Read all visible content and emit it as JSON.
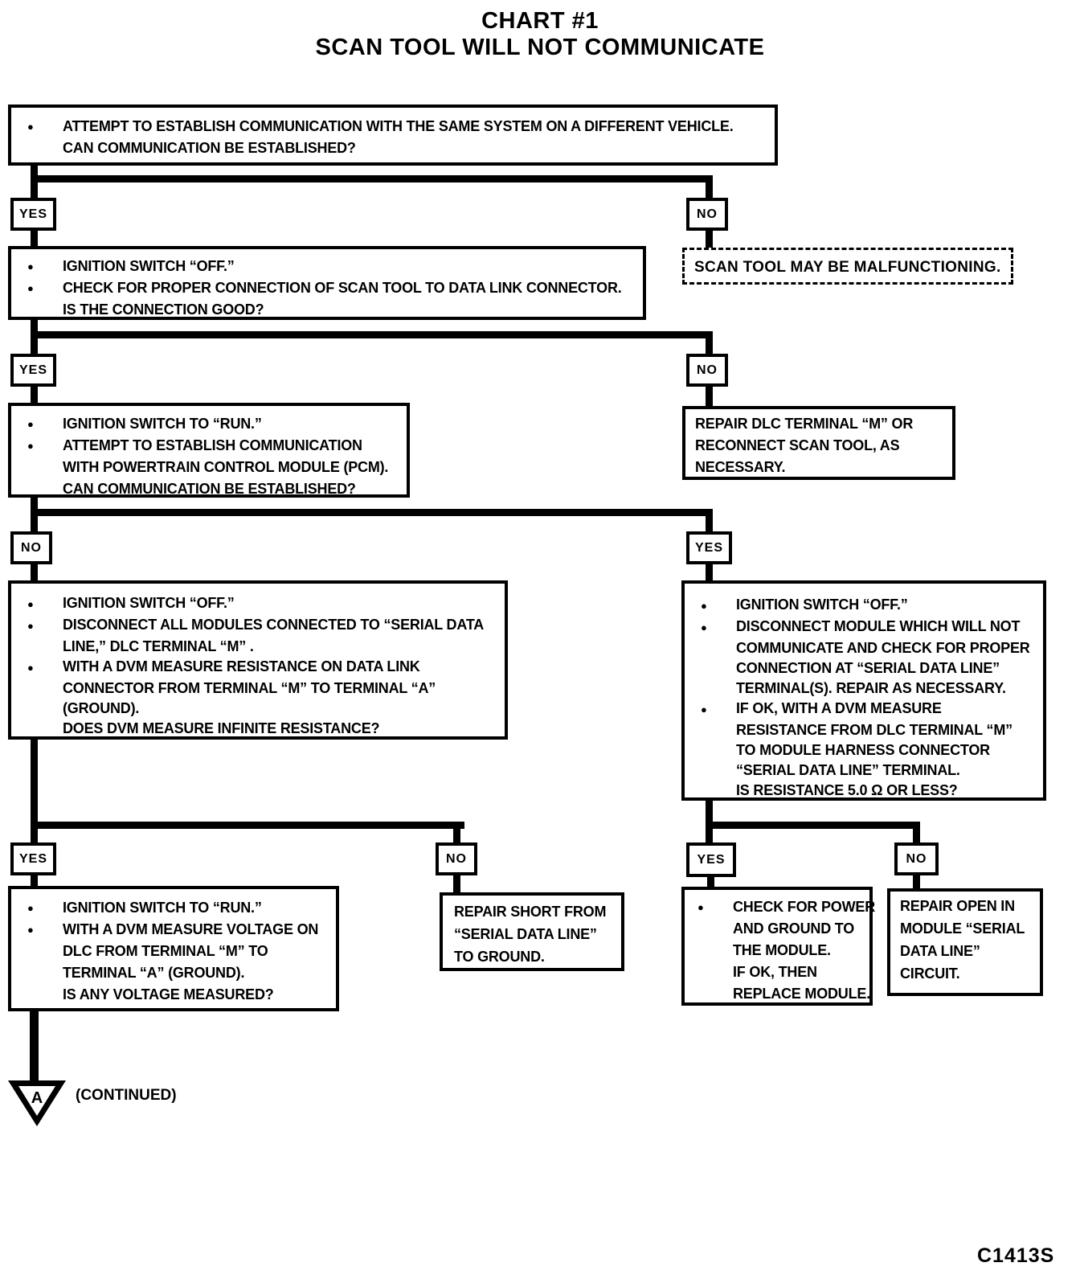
{
  "title": {
    "line1": "CHART #1",
    "line2": "SCAN TOOL WILL NOT COMMUNICATE"
  },
  "glyphs": {
    "bullet": "●",
    "connector_letter": "A"
  },
  "branches": {
    "d1": {
      "left": "YES",
      "right": "NO"
    },
    "d2": {
      "left": "YES",
      "right": "NO"
    },
    "d3": {
      "left": "NO",
      "right": "YES"
    },
    "d4l": {
      "left": "YES",
      "right": "NO"
    },
    "d4r": {
      "left": "YES",
      "right": "NO"
    }
  },
  "boxes": {
    "b1": {
      "lines": [
        {
          "bullet": true,
          "text": "ATTEMPT TO ESTABLISH COMMUNICATION WITH THE SAME SYSTEM ON A DIFFERENT VEHICLE."
        },
        {
          "bullet": false,
          "text": "CAN COMMUNICATION BE ESTABLISHED?"
        }
      ]
    },
    "malfunction": {
      "text": "SCAN TOOL MAY BE MALFUNCTIONING."
    },
    "b2": {
      "lines": [
        {
          "bullet": true,
          "text": "IGNITION SWITCH “OFF.”"
        },
        {
          "bullet": true,
          "text": "CHECK FOR PROPER CONNECTION OF SCAN TOOL TO DATA LINK CONNECTOR."
        },
        {
          "bullet": false,
          "text": "IS THE CONNECTION GOOD?"
        }
      ]
    },
    "repair_dlc": {
      "lines": [
        {
          "bullet": false,
          "text": "REPAIR DLC TERMINAL “M”  OR"
        },
        {
          "bullet": false,
          "text": "RECONNECT SCAN TOOL, AS"
        },
        {
          "bullet": false,
          "text": "NECESSARY."
        }
      ]
    },
    "b3": {
      "lines": [
        {
          "bullet": true,
          "text": "IGNITION SWITCH  TO “RUN.”"
        },
        {
          "bullet": true,
          "text": "ATTEMPT TO ESTABLISH COMMUNICATION"
        },
        {
          "bullet": false,
          "text": "WITH POWERTRAIN CONTROL MODULE (PCM)."
        },
        {
          "bullet": false,
          "text": "CAN COMMUNICATION BE ESTABLISHED?"
        }
      ]
    },
    "b4": {
      "lines": [
        {
          "bullet": true,
          "text": "IGNITION SWITCH “OFF.”"
        },
        {
          "bullet": true,
          "text": "DISCONNECT ALL MODULES CONNECTED TO “SERIAL DATA"
        },
        {
          "bullet": false,
          "text": "LINE,” DLC TERMINAL “M” ."
        },
        {
          "bullet": true,
          "text": "WITH A DVM MEASURE RESISTANCE ON DATA LINK"
        },
        {
          "bullet": false,
          "text": "CONNECTOR FROM TERMINAL “M”  TO TERMINAL “A”"
        },
        {
          "bullet": false,
          "text": "(GROUND)."
        },
        {
          "bullet": false,
          "text": "DOES DVM MEASURE INFINITE RESISTANCE?"
        }
      ]
    },
    "b5": {
      "lines": [
        {
          "bullet": true,
          "text": "IGNITION SWITCH “OFF.”"
        },
        {
          "bullet": true,
          "text": "DISCONNECT MODULE WHICH WILL NOT"
        },
        {
          "bullet": false,
          "text": "COMMUNICATE AND CHECK FOR PROPER"
        },
        {
          "bullet": false,
          "text": "CONNECTION AT “SERIAL DATA LINE”"
        },
        {
          "bullet": false,
          "text": "TERMINAL(S).  REPAIR AS NECESSARY."
        },
        {
          "bullet": true,
          "text": "IF OK, WITH A DVM MEASURE"
        },
        {
          "bullet": false,
          "text": "RESISTANCE FROM DLC TERMINAL “M”"
        },
        {
          "bullet": false,
          "text": "TO MODULE HARNESS CONNECTOR"
        },
        {
          "bullet": false,
          "text": "“SERIAL DATA LINE” TERMINAL."
        },
        {
          "bullet": false,
          "text": "IS RESISTANCE 5.0 Ω OR LESS?"
        }
      ]
    },
    "b6": {
      "lines": [
        {
          "bullet": true,
          "text": "IGNITION SWITCH TO “RUN.”"
        },
        {
          "bullet": true,
          "text": "WITH A DVM MEASURE VOLTAGE ON"
        },
        {
          "bullet": false,
          "text": "DLC FROM TERMINAL “M”  TO"
        },
        {
          "bullet": false,
          "text": "TERMINAL “A” (GROUND)."
        },
        {
          "bullet": false,
          "text": "IS ANY VOLTAGE MEASURED?"
        }
      ]
    },
    "repair_short": {
      "lines": [
        {
          "bullet": false,
          "text": "REPAIR SHORT FROM"
        },
        {
          "bullet": false,
          "text": "“SERIAL DATA LINE”"
        },
        {
          "bullet": false,
          "text": "TO GROUND."
        }
      ]
    },
    "check_power": {
      "lines": [
        {
          "bullet": true,
          "text": "CHECK FOR POWER"
        },
        {
          "bullet": false,
          "text": "AND GROUND TO"
        },
        {
          "bullet": false,
          "text": "THE MODULE."
        },
        {
          "bullet": false,
          "text": "IF OK, THEN"
        },
        {
          "bullet": false,
          "text": "REPLACE MODULE."
        }
      ]
    },
    "repair_open": {
      "lines": [
        {
          "bullet": false,
          "text": "REPAIR OPEN IN"
        },
        {
          "bullet": false,
          "text": "MODULE “SERIAL"
        },
        {
          "bullet": false,
          "text": "DATA LINE”"
        },
        {
          "bullet": false,
          "text": "CIRCUIT."
        }
      ]
    }
  },
  "footer": {
    "continued": "(CONTINUED)",
    "code": "C1413S"
  }
}
